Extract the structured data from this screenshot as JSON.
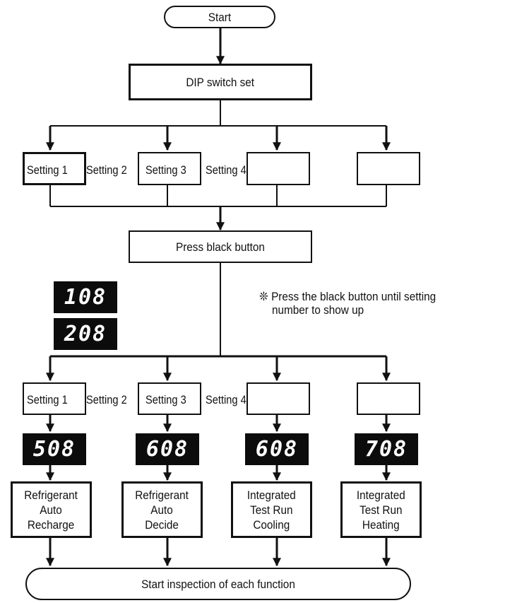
{
  "start_label": "Start",
  "dip_switch_label": "DIP switch set",
  "settings_row1": [
    "Setting 1",
    "Setting 2",
    "Setting 3",
    "Setting 4"
  ],
  "press_button_label": "Press black button",
  "note": {
    "symbol": "❊",
    "line1": "Press the black button until setting",
    "line2": "number to show up"
  },
  "examples": [
    "108",
    "208"
  ],
  "settings_row2": [
    "Setting 1",
    "Setting 2",
    "Setting 3",
    "Setting 4"
  ],
  "codes": [
    "508",
    "608",
    "608",
    "708"
  ],
  "functions": [
    {
      "line1": "Refrigerant",
      "line2": "Auto",
      "line3": "Recharge"
    },
    {
      "line1": "Refrigerant",
      "line2": "Auto",
      "line3": "Decide"
    },
    {
      "line1": "Integrated",
      "line2": "Test Run",
      "line3": "Cooling"
    },
    {
      "line1": "Integrated",
      "line2": "Test Run",
      "line3": "Heating"
    }
  ],
  "end_label": "Start inspection of each function",
  "colors": {
    "line": "#111111",
    "display_bg": "#0c0c0c",
    "display_text": "#ffffff"
  }
}
